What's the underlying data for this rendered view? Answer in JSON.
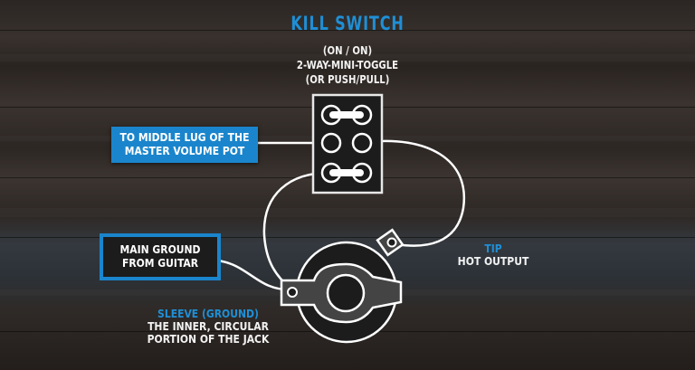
{
  "title": "KILL SWITCH",
  "switch_description": [
    "(ON / ON)",
    "2-WAY-MINI-TOGGLE",
    "(OR PUSH/PULL)"
  ],
  "labels": {
    "volume_pot": [
      "TO MIDDLE LUG OF THE",
      "MASTER VOLUME POT"
    ],
    "main_ground": [
      "MAIN GROUND",
      "FROM GUITAR"
    ],
    "tip": {
      "heading": "TIP",
      "text": "HOT OUTPUT"
    },
    "sleeve": {
      "heading": "SLEEVE (GROUND)",
      "text": [
        "THE INNER, CIRCULAR",
        "PORTION OF THE JACK"
      ]
    }
  },
  "components": {
    "switch": {
      "type": "2-way mini toggle",
      "lugs": 6
    },
    "jack": {
      "type": "output jack",
      "terminals": [
        "tip",
        "sleeve"
      ]
    }
  },
  "colors": {
    "accent": "#1a85cc",
    "wire": "#ffffff",
    "component_fill": "#1c1c1c",
    "lug_fill": "#444444"
  }
}
